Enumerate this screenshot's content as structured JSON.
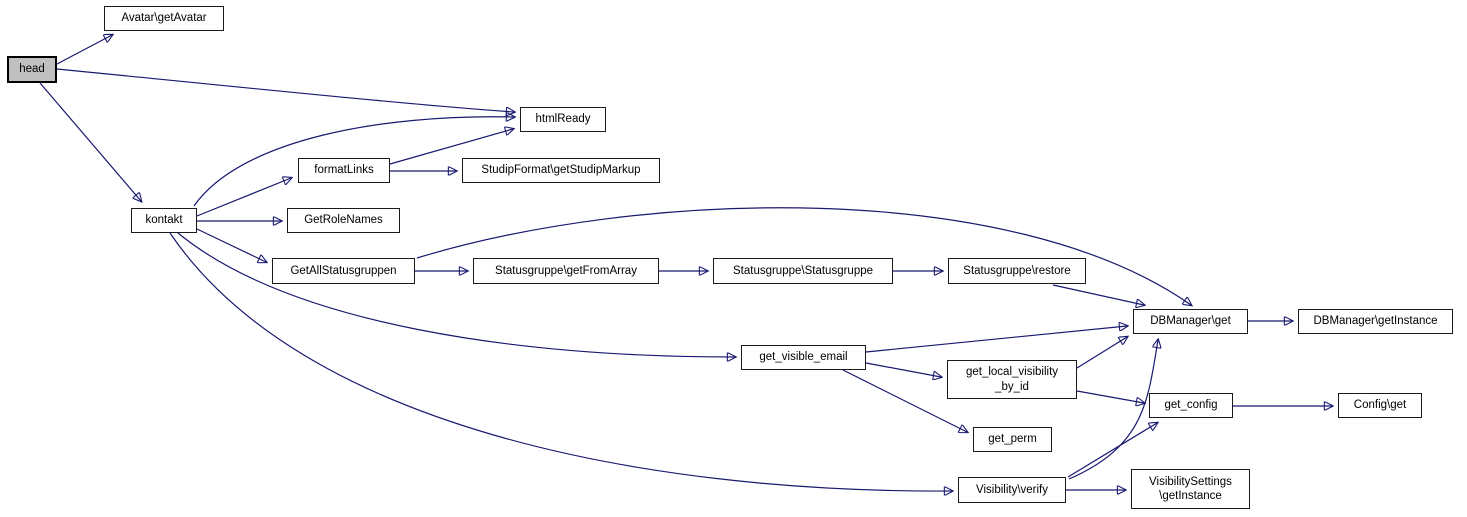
{
  "diagram": {
    "type": "call-graph",
    "root": "head"
  },
  "colors": {
    "edge": "#191970",
    "node_border": "#1a1a1a",
    "root_fill": "#c0c0c0",
    "node_fill": "#ffffff",
    "background": "#ffffff",
    "text": "#000000"
  },
  "nodes": [
    {
      "id": "head",
      "label": "head"
    },
    {
      "id": "avatar-getavatar",
      "label": "Avatar\\getAvatar"
    },
    {
      "id": "htmlready",
      "label": "htmlReady"
    },
    {
      "id": "formatlinks",
      "label": "formatLinks"
    },
    {
      "id": "studipformat-getstudipmarkup",
      "label": "StudipFormat\\getStudipMarkup"
    },
    {
      "id": "kontakt",
      "label": "kontakt"
    },
    {
      "id": "getrolenames",
      "label": "GetRoleNames"
    },
    {
      "id": "getallstatusgruppen",
      "label": "GetAllStatusgruppen"
    },
    {
      "id": "statusgruppe-getfromarray",
      "label": "Statusgruppe\\getFromArray"
    },
    {
      "id": "statusgruppe-statusgruppe",
      "label": "Statusgruppe\\Statusgruppe"
    },
    {
      "id": "statusgruppe-restore",
      "label": "Statusgruppe\\restore"
    },
    {
      "id": "dbmanager-get",
      "label": "DBManager\\get"
    },
    {
      "id": "dbmanager-getinstance",
      "label": "DBManager\\getInstance"
    },
    {
      "id": "get-visible-email",
      "label": "get_visible_email"
    },
    {
      "id": "get-local-visibility-by-id",
      "label": "get_local_visibility\n_by_id"
    },
    {
      "id": "get-perm",
      "label": "get_perm"
    },
    {
      "id": "get-config",
      "label": "get_config"
    },
    {
      "id": "config-get",
      "label": "Config\\get"
    },
    {
      "id": "visibility-verify",
      "label": "Visibility\\verify"
    },
    {
      "id": "visibilitysettings-getinstance",
      "label": "VisibilitySettings\n\\getInstance"
    }
  ],
  "edges": [
    {
      "from": "head",
      "to": "avatar-getavatar"
    },
    {
      "from": "head",
      "to": "htmlready"
    },
    {
      "from": "head",
      "to": "kontakt"
    },
    {
      "from": "kontakt",
      "to": "htmlready"
    },
    {
      "from": "kontakt",
      "to": "formatlinks"
    },
    {
      "from": "kontakt",
      "to": "getrolenames"
    },
    {
      "from": "kontakt",
      "to": "getallstatusgruppen"
    },
    {
      "from": "kontakt",
      "to": "get-visible-email"
    },
    {
      "from": "kontakt",
      "to": "visibility-verify"
    },
    {
      "from": "formatlinks",
      "to": "htmlready"
    },
    {
      "from": "formatlinks",
      "to": "studipformat-getstudipmarkup"
    },
    {
      "from": "getallstatusgruppen",
      "to": "statusgruppe-getfromarray"
    },
    {
      "from": "getallstatusgruppen",
      "to": "dbmanager-get"
    },
    {
      "from": "statusgruppe-getfromarray",
      "to": "statusgruppe-statusgruppe"
    },
    {
      "from": "statusgruppe-statusgruppe",
      "to": "statusgruppe-restore"
    },
    {
      "from": "statusgruppe-restore",
      "to": "dbmanager-get"
    },
    {
      "from": "dbmanager-get",
      "to": "dbmanager-getinstance"
    },
    {
      "from": "get-visible-email",
      "to": "dbmanager-get"
    },
    {
      "from": "get-visible-email",
      "to": "get-local-visibility-by-id"
    },
    {
      "from": "get-visible-email",
      "to": "get-perm"
    },
    {
      "from": "get-local-visibility-by-id",
      "to": "dbmanager-get"
    },
    {
      "from": "get-local-visibility-by-id",
      "to": "get-config"
    },
    {
      "from": "get-config",
      "to": "config-get"
    },
    {
      "from": "visibility-verify",
      "to": "visibilitysettings-getinstance"
    },
    {
      "from": "visibility-verify",
      "to": "get-config"
    },
    {
      "from": "visibility-verify",
      "to": "dbmanager-get"
    }
  ]
}
